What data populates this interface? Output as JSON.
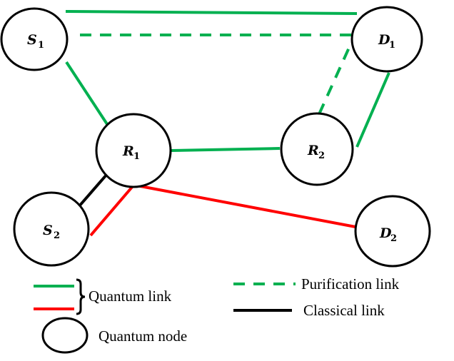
{
  "nodes": [
    {
      "id": "S1",
      "letter": "S",
      "sub": "1"
    },
    {
      "id": "D1",
      "letter": "D",
      "sub": "1"
    },
    {
      "id": "R1",
      "letter": "R",
      "sub": "1"
    },
    {
      "id": "R2",
      "letter": "R",
      "sub": "2"
    },
    {
      "id": "S2",
      "letter": "S",
      "sub": "2"
    },
    {
      "id": "D2",
      "letter": "D",
      "sub": "2"
    }
  ],
  "links": [
    {
      "from": "S1",
      "to": "D1",
      "kind": "quantum",
      "color": "#00b050"
    },
    {
      "from": "S1",
      "to": "D1",
      "kind": "purification",
      "color": "#00b050"
    },
    {
      "from": "S1",
      "to": "R1",
      "kind": "quantum",
      "color": "#00b050"
    },
    {
      "from": "R1",
      "to": "R2",
      "kind": "quantum",
      "color": "#00b050"
    },
    {
      "from": "R2",
      "to": "D1",
      "kind": "purification",
      "color": "#00b050"
    },
    {
      "from": "R2",
      "to": "D1",
      "kind": "quantum",
      "color": "#00b050"
    },
    {
      "from": "R1",
      "to": "S2",
      "kind": "classical",
      "color": "#000000"
    },
    {
      "from": "R1",
      "to": "S2",
      "kind": "quantum",
      "color": "#ff0000"
    },
    {
      "from": "R1",
      "to": "D2",
      "kind": "quantum",
      "color": "#ff0000"
    }
  ],
  "legend": {
    "quantum_link": "Quantum link",
    "purification_link": "Purification  link",
    "classical_link": "Classical  link",
    "quantum_node": "Quantum node"
  },
  "colors": {
    "green": "#00b050",
    "red": "#ff0000",
    "black": "#000000"
  }
}
